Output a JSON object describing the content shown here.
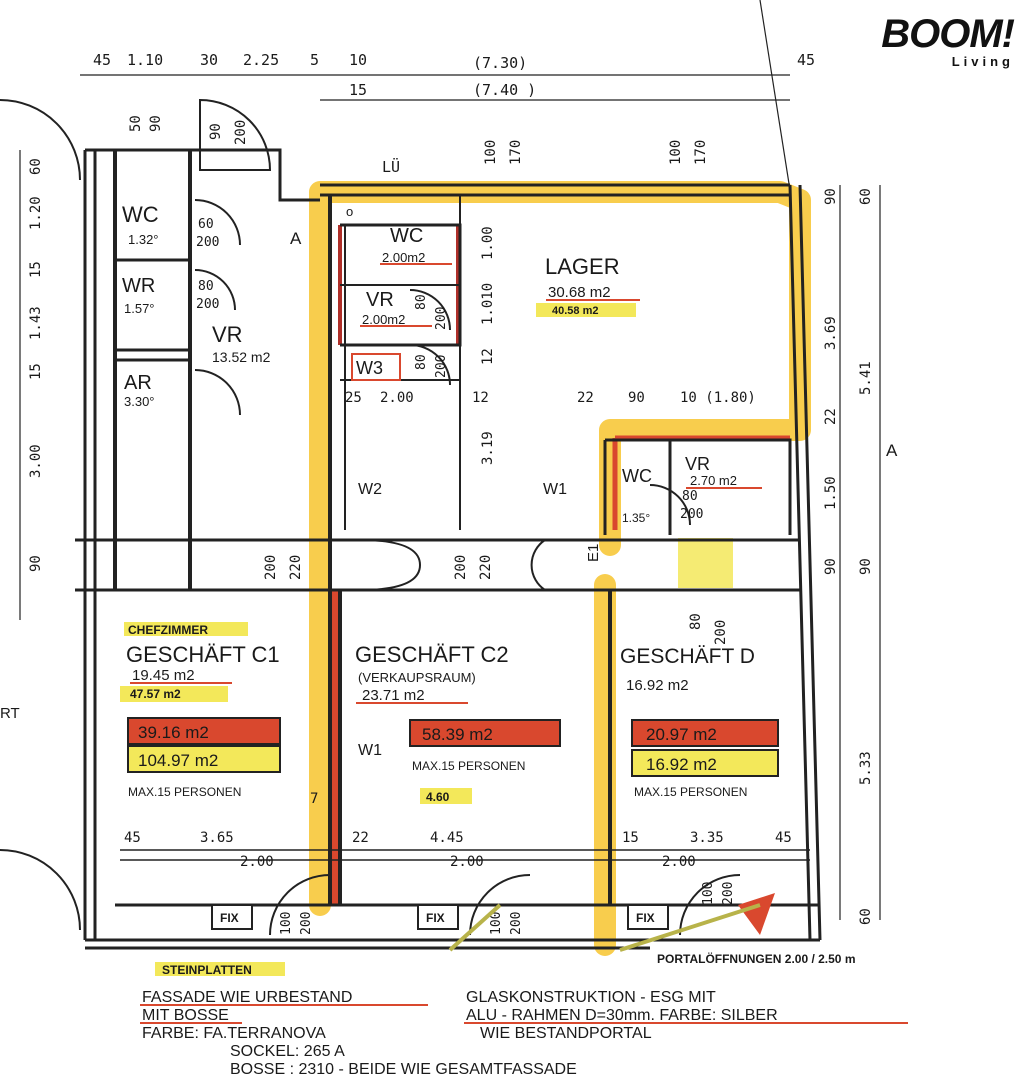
{
  "logo": {
    "brand": "BOOM!",
    "sub": "Living"
  },
  "colors": {
    "yellow": "#f7c83a",
    "yellow_light": "#f3e85a",
    "red": "#d9482e",
    "wall": "#222222"
  },
  "dims_top": {
    "d1": "45",
    "d2": "1.10",
    "d3": "30",
    "d4": "2.25",
    "d5": "5",
    "d6": "10",
    "d7": "(7.30)",
    "d8": "45",
    "d9": "15",
    "d10": "(7.40 )"
  },
  "dims_misc": {
    "door_top_50": "50",
    "door_top_90": "90",
    "door_top_200": "200",
    "door_top_90b": "90",
    "lue": "LÜ",
    "v100a": "100",
    "v170a": "170",
    "v100b": "100",
    "v170b": "170",
    "r90": "90",
    "r60": "60",
    "r369": "3.69",
    "r541": "5.41",
    "r22": "22",
    "r150": "1.50",
    "r90b": "90",
    "r90c": "90",
    "r533": "5.33",
    "r60b": "60",
    "l60": "60",
    "l120": "1.20",
    "l15": "15",
    "l143": "1.43",
    "l15b": "15",
    "l300": "3.00",
    "l90": "90",
    "lager_100": "1.00",
    "lager_1010": "1.010",
    "lager_12": "12",
    "lager_319": "3.19",
    "r25": "25",
    "r200": "2.00",
    "r12": "12",
    "r22b": "22",
    "r90d": "90",
    "r10": "10 (1.80)",
    "h200a": "200",
    "h220a": "220",
    "h200b": "200",
    "h220b": "220",
    "h80": "80",
    "h200c": "200",
    "b45": "45",
    "b365": "3.65",
    "b7": "7",
    "b22": "22",
    "b445": "4.45",
    "b15": "15",
    "b335": "3.35",
    "b45b": "45",
    "b200a": "2.00",
    "b200b": "2.00",
    "b200c": "2.00",
    "wc_small_60": "60",
    "wc_small_200": "200",
    "wr_80": "80",
    "wr_200": "200",
    "vr_mid_80": "80",
    "vr_mid_200": "200",
    "w3_80": "80",
    "w3_200": "200",
    "wc_r_80": "80",
    "wc_r_200": "200",
    "door_b1_100": "100",
    "door_b1_200": "200",
    "door_b2_100": "100",
    "door_b2_200": "200",
    "door_b3_100": "100",
    "door_b3_200": "200",
    "section_a": "A",
    "section_a2": "A",
    "rt": "RT",
    "w2": "W2",
    "w1": "W1",
    "w1b": "W1",
    "e1": "E1",
    "lager_small_o": "o"
  },
  "rooms": {
    "wc_left": {
      "name": "WC",
      "area": "1.32°"
    },
    "wr": {
      "name": "WR",
      "area": "1.57°"
    },
    "ar": {
      "name": "AR",
      "area": "3.30°"
    },
    "vr_left": {
      "name": "VR",
      "area": "13.52 m2"
    },
    "wc_mid": {
      "name": "WC",
      "area": "2.00m2"
    },
    "vr_mid": {
      "name": "VR",
      "area": "2.00m2"
    },
    "w3": {
      "name": "W3"
    },
    "lager": {
      "name": "LAGER",
      "area": "30.68 m2",
      "area2": "40.58 m2"
    },
    "wc_right": {
      "name": "WC",
      "area": "1.35°"
    },
    "vr_right": {
      "name": "VR",
      "area": "2.70 m2"
    }
  },
  "shops": {
    "c1": {
      "tag": "CHEFZIMMER",
      "name": "GESCHÄFT C1",
      "area": "19.45 m2",
      "area2": "47.57 m2",
      "red": "39.16 m2",
      "yellow": "104.97 m2",
      "max": "MAX.15 PERSONEN"
    },
    "c2": {
      "name": "GESCHÄFT C2",
      "sub": "(VERKAUPSRAUM)",
      "area": "23.71 m2",
      "red": "58.39 m2",
      "max": "MAX.15 PERSONEN",
      "note": "4.60"
    },
    "d": {
      "name": "GESCHÄFT D",
      "area": "16.92 m2",
      "red": "20.97 m2",
      "yellow": "16.92 m2",
      "max": "MAX.15 PERSONEN"
    }
  },
  "fix": {
    "f1": "FIX",
    "f2": "FIX",
    "f3": "FIX"
  },
  "notes": {
    "steinplatten": "STEINPLATTEN",
    "portal": "PORTALÖFFNUNGEN 2.00 / 2.50 m",
    "fassade1": "FASSADE WIE URBESTAND",
    "fassade2": "MIT BOSSE",
    "farbe": "FARBE: FA.TERRANOVA",
    "sockel": "SOCKEL: 265 A",
    "bosse": "BOSSE : 2310 - BEIDE WIE GESAMTFASSADE",
    "glas1": "GLASKONSTRUKTION - ESG MIT",
    "glas2": "ALU - RAHMEN D=30mm. FARBE: SILBER",
    "glas3": "WIE BESTANDPORTAL"
  }
}
